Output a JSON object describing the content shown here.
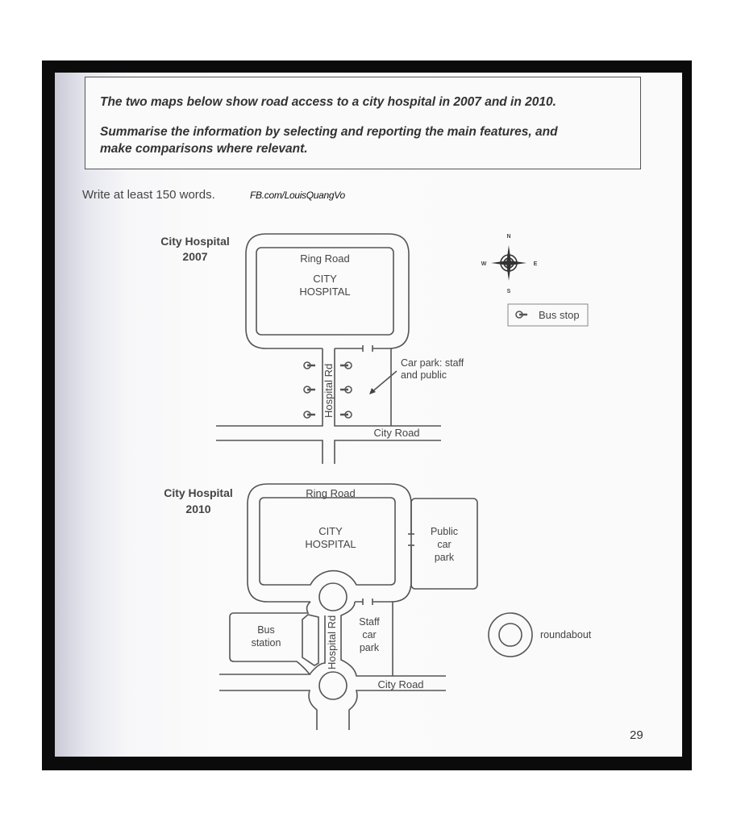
{
  "task": {
    "line1": "The two maps below show road access to a city hospital in 2007 and in 2010.",
    "line2": "Summarise the information by selecting and reporting the main features, and",
    "line3": "make comparisons where relevant."
  },
  "instruction": "Write at least 150 words.",
  "watermark": "FB.com/LouisQuangVo",
  "map2007": {
    "title1": "City Hospital",
    "title2": "2007",
    "ring_road": "Ring Road",
    "hospital1": "CITY",
    "hospital2": "HOSPITAL",
    "hospital_rd": "Hospital Rd",
    "car_park1": "Car park: staff",
    "car_park2": "and public",
    "city_road": "City Road"
  },
  "map2010": {
    "title1": "City Hospital",
    "title2": "2010",
    "ring_road": "Ring Road",
    "hospital1": "CITY",
    "hospital2": "HOSPITAL",
    "public1": "Public",
    "public2": "car",
    "public3": "park",
    "bus1": "Bus",
    "bus2": "station",
    "hospital_rd": "Hospital Rd",
    "staff1": "Staff",
    "staff2": "car",
    "staff3": "park",
    "city_road": "City Road"
  },
  "legend": {
    "compass": {
      "n": "N",
      "s": "S",
      "e": "E",
      "w": "W"
    },
    "bus_stop": "Bus stop",
    "roundabout": "roundabout"
  },
  "page_number": "29"
}
